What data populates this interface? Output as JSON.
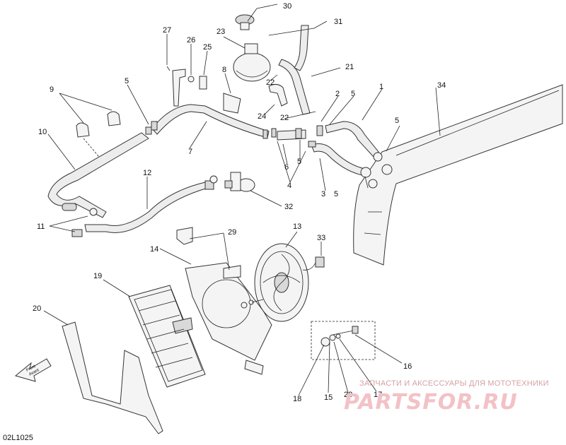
{
  "diagram": {
    "callouts": [
      "1",
      "2",
      "3",
      "4",
      "5",
      "6",
      "7",
      "8",
      "9",
      "10",
      "11",
      "12",
      "13",
      "14",
      "15",
      "16",
      "17",
      "18",
      "19",
      "20",
      "21",
      "22",
      "23",
      "24",
      "25",
      "26",
      "27",
      "28",
      "29",
      "30",
      "31",
      "32",
      "33",
      "34"
    ],
    "front_label_line1": "Front",
    "front_label_line2": "Avant",
    "drawing_code": "02L1025"
  },
  "watermark": {
    "tagline": "ЗАПЧАСТИ И АКСЕССУАРЫ ДЛЯ МОТОТЕХНИКИ",
    "logo_text": "PARTSFOR.RU"
  }
}
